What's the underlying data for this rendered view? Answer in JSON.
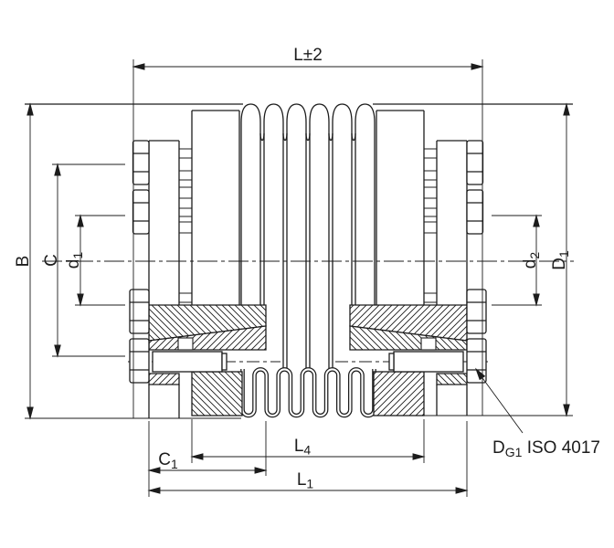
{
  "labels": {
    "L": {
      "text": "L±2"
    },
    "B": {
      "base": "B"
    },
    "C": {
      "base": "C"
    },
    "d1": {
      "base": "d",
      "sub": "1"
    },
    "d2": {
      "base": "d",
      "sub": "2"
    },
    "D1": {
      "base": "D",
      "sub": "1"
    },
    "L4": {
      "base": "L",
      "sub": "4"
    },
    "C1": {
      "base": "C",
      "sub": "1"
    },
    "L1": {
      "base": "L",
      "sub": "1"
    }
  },
  "callout": {
    "base": "D",
    "sub": "G1",
    "rest": " ISO 4017"
  },
  "colors": {
    "line": "#1c1c1c",
    "background": "#ffffff"
  }
}
